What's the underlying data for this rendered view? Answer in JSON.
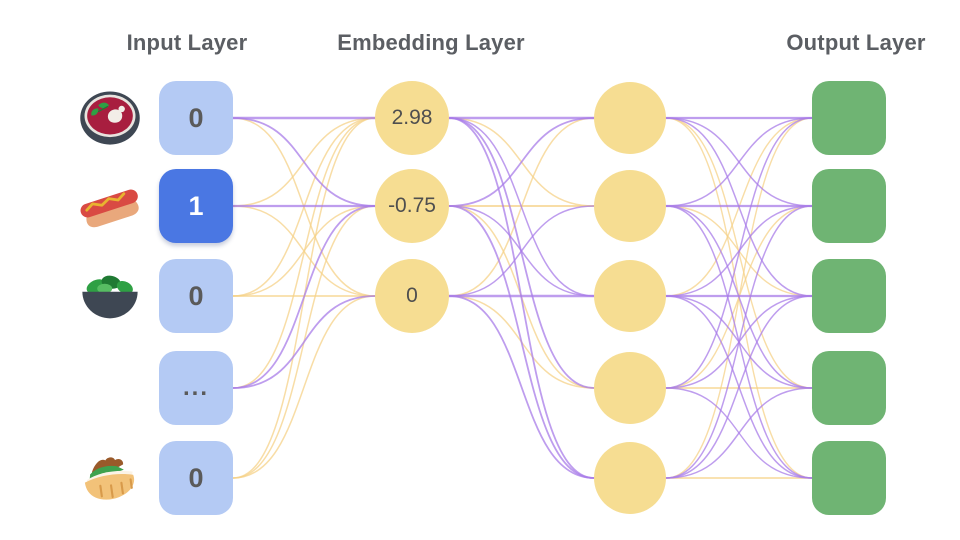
{
  "headers": {
    "input": "Input Layer",
    "embedding": "Embedding Layer",
    "output": "Output Layer"
  },
  "palette": {
    "header_text": "#5B5E63",
    "input_node": "#B4CAF4",
    "input_node_active": "#4A77E3",
    "input_text": "#5A5A5A",
    "input_text_active": "#FFFFFF",
    "embedding_node": "#F6DD92",
    "embedding_text": "#4F4F4F",
    "hidden_node": "#F6DD92",
    "output_node": "#6FB473",
    "edge_purple": "#A87CE8",
    "edge_yellow": "#F5D188"
  },
  "input_layer": {
    "nodes": [
      {
        "icon": "soup-icon",
        "value": "0",
        "active": false
      },
      {
        "icon": "hotdog-icon",
        "value": "1",
        "active": true
      },
      {
        "icon": "salad-icon",
        "value": "0",
        "active": false
      },
      {
        "icon": "",
        "value": "...",
        "active": false
      },
      {
        "icon": "pita-icon",
        "value": "0",
        "active": false
      }
    ]
  },
  "embedding_layer": {
    "nodes": [
      {
        "value": "2.98"
      },
      {
        "value": "-0.75"
      },
      {
        "value": "0"
      }
    ]
  },
  "hidden_layer": {
    "count": 5
  },
  "output_layer": {
    "count": 5
  },
  "edges": {
    "input_embedding": [
      [
        0,
        0,
        "p",
        2.5
      ],
      [
        0,
        1,
        "p",
        1.8
      ],
      [
        0,
        2,
        "y",
        1.5
      ],
      [
        1,
        0,
        "y",
        1.5
      ],
      [
        1,
        1,
        "p",
        2.2
      ],
      [
        1,
        2,
        "y",
        1.5
      ],
      [
        2,
        0,
        "y",
        1.5
      ],
      [
        2,
        1,
        "y",
        1.5
      ],
      [
        2,
        2,
        "y",
        1.8
      ],
      [
        3,
        0,
        "y",
        1.5
      ],
      [
        3,
        1,
        "p",
        1.8
      ],
      [
        3,
        2,
        "p",
        1.8
      ],
      [
        4,
        0,
        "y",
        1.5
      ],
      [
        4,
        1,
        "y",
        1.5
      ],
      [
        4,
        2,
        "y",
        1.5
      ]
    ],
    "embedding_hidden": [
      [
        0,
        0,
        "p",
        2.5
      ],
      [
        0,
        1,
        "y",
        1.5
      ],
      [
        0,
        2,
        "p",
        1.5
      ],
      [
        0,
        3,
        "p",
        1.8
      ],
      [
        0,
        4,
        "p",
        1.8
      ],
      [
        1,
        0,
        "p",
        1.8
      ],
      [
        1,
        1,
        "y",
        2.0
      ],
      [
        1,
        2,
        "p",
        1.5
      ],
      [
        1,
        3,
        "y",
        1.5
      ],
      [
        1,
        4,
        "p",
        1.8
      ],
      [
        2,
        0,
        "y",
        1.5
      ],
      [
        2,
        1,
        "p",
        1.5
      ],
      [
        2,
        2,
        "p",
        2.5
      ],
      [
        2,
        3,
        "y",
        1.5
      ],
      [
        2,
        4,
        "p",
        1.8
      ]
    ],
    "hidden_output": [
      [
        0,
        0,
        "p",
        2.2
      ],
      [
        0,
        1,
        "p",
        1.5
      ],
      [
        0,
        2,
        "p",
        1.5
      ],
      [
        0,
        3,
        "y",
        1.4
      ],
      [
        0,
        4,
        "y",
        1.4
      ],
      [
        1,
        0,
        "p",
        1.5
      ],
      [
        1,
        1,
        "p",
        2.2
      ],
      [
        1,
        2,
        "y",
        1.4
      ],
      [
        1,
        3,
        "p",
        1.5
      ],
      [
        1,
        4,
        "p",
        1.5
      ],
      [
        2,
        0,
        "y",
        1.4
      ],
      [
        2,
        1,
        "p",
        1.5
      ],
      [
        2,
        2,
        "p",
        2.2
      ],
      [
        2,
        3,
        "p",
        1.5
      ],
      [
        2,
        4,
        "p",
        1.5
      ],
      [
        3,
        0,
        "p",
        1.5
      ],
      [
        3,
        1,
        "y",
        1.4
      ],
      [
        3,
        2,
        "p",
        1.5
      ],
      [
        3,
        3,
        "y",
        1.8
      ],
      [
        3,
        4,
        "p",
        1.4
      ],
      [
        4,
        0,
        "y",
        1.4
      ],
      [
        4,
        1,
        "p",
        1.5
      ],
      [
        4,
        2,
        "p",
        1.5
      ],
      [
        4,
        3,
        "p",
        1.5
      ],
      [
        4,
        4,
        "y",
        1.8
      ]
    ]
  }
}
